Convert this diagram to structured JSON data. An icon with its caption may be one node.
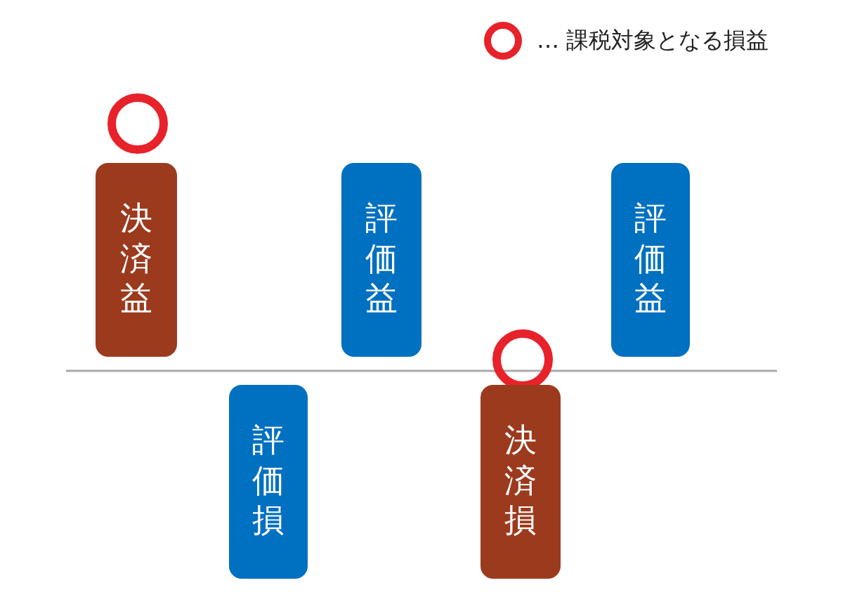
{
  "diagram": {
    "nodes": [
      {
        "text": [],
        "shape": "circle"
      },
      {
        "text": [
          "決済益"
        ]
      },
      {
        "text": [
          "評価損"
        ]
      },
      {
        "text": [
          "評価益"
        ]
      },
      {
        "text": [],
        "shape": "circle"
      },
      {
        "text": [
          "決済損"
        ]
      },
      {
        "text": [
          "評価益"
        ]
      }
    ],
    "legend": [
      {
        "text": "… 課税対象となる損益"
      }
    ]
  }
}
